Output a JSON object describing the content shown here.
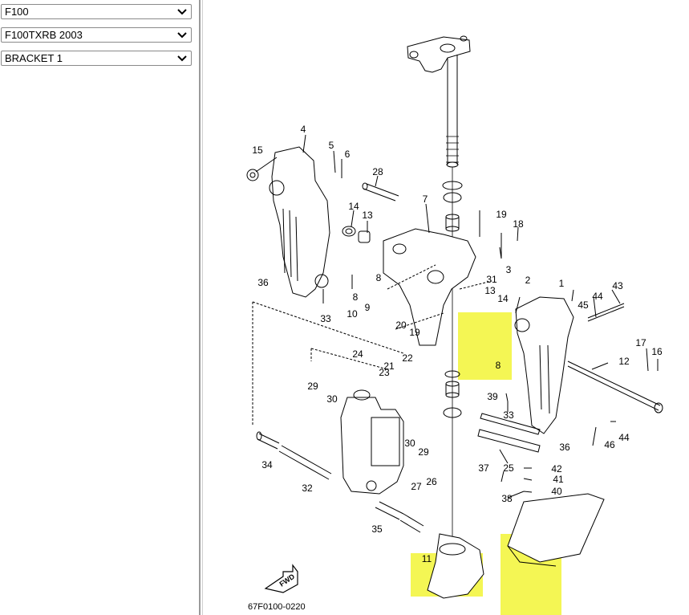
{
  "selectors": {
    "model": "F100",
    "variant": "F100TXRB 2003",
    "section": "BRACKET 1"
  },
  "diagram": {
    "catalog_code": "67F0100-0220",
    "fwd_label": "FWD",
    "highlight_color": "#f2f536",
    "callouts": [
      {
        "id": "c1",
        "text": "1"
      },
      {
        "id": "c2",
        "text": "2"
      },
      {
        "id": "c3",
        "text": "3"
      },
      {
        "id": "c4",
        "text": "4"
      },
      {
        "id": "c5",
        "text": "5"
      },
      {
        "id": "c6",
        "text": "6"
      },
      {
        "id": "c7",
        "text": "7"
      },
      {
        "id": "c8a",
        "text": "8"
      },
      {
        "id": "c8b",
        "text": "8"
      },
      {
        "id": "c8c",
        "text": "8"
      },
      {
        "id": "c9",
        "text": "9"
      },
      {
        "id": "c10",
        "text": "10"
      },
      {
        "id": "c11",
        "text": "11"
      },
      {
        "id": "c12",
        "text": "12"
      },
      {
        "id": "c13a",
        "text": "13"
      },
      {
        "id": "c13b",
        "text": "13"
      },
      {
        "id": "c14a",
        "text": "14"
      },
      {
        "id": "c14b",
        "text": "14"
      },
      {
        "id": "c15",
        "text": "15"
      },
      {
        "id": "c16",
        "text": "16"
      },
      {
        "id": "c17",
        "text": "17"
      },
      {
        "id": "c18",
        "text": "18"
      },
      {
        "id": "c19a",
        "text": "19"
      },
      {
        "id": "c19b",
        "text": "19"
      },
      {
        "id": "c20",
        "text": "20"
      },
      {
        "id": "c21",
        "text": "21"
      },
      {
        "id": "c22",
        "text": "22"
      },
      {
        "id": "c23",
        "text": "23"
      },
      {
        "id": "c24",
        "text": "24"
      },
      {
        "id": "c25",
        "text": "25"
      },
      {
        "id": "c26",
        "text": "26"
      },
      {
        "id": "c27",
        "text": "27"
      },
      {
        "id": "c28",
        "text": "28"
      },
      {
        "id": "c29a",
        "text": "29"
      },
      {
        "id": "c29b",
        "text": "29"
      },
      {
        "id": "c30a",
        "text": "30"
      },
      {
        "id": "c30b",
        "text": "30"
      },
      {
        "id": "c31",
        "text": "31"
      },
      {
        "id": "c32",
        "text": "32"
      },
      {
        "id": "c33a",
        "text": "33"
      },
      {
        "id": "c33b",
        "text": "33"
      },
      {
        "id": "c34",
        "text": "34"
      },
      {
        "id": "c35",
        "text": "35"
      },
      {
        "id": "c36a",
        "text": "36"
      },
      {
        "id": "c36b",
        "text": "36"
      },
      {
        "id": "c37",
        "text": "37"
      },
      {
        "id": "c38",
        "text": "38"
      },
      {
        "id": "c39",
        "text": "39"
      },
      {
        "id": "c40",
        "text": "40"
      },
      {
        "id": "c41",
        "text": "41"
      },
      {
        "id": "c42",
        "text": "42"
      },
      {
        "id": "c43",
        "text": "43"
      },
      {
        "id": "c44a",
        "text": "44"
      },
      {
        "id": "c44b",
        "text": "44"
      },
      {
        "id": "c45",
        "text": "45"
      },
      {
        "id": "c46",
        "text": "46"
      }
    ]
  }
}
